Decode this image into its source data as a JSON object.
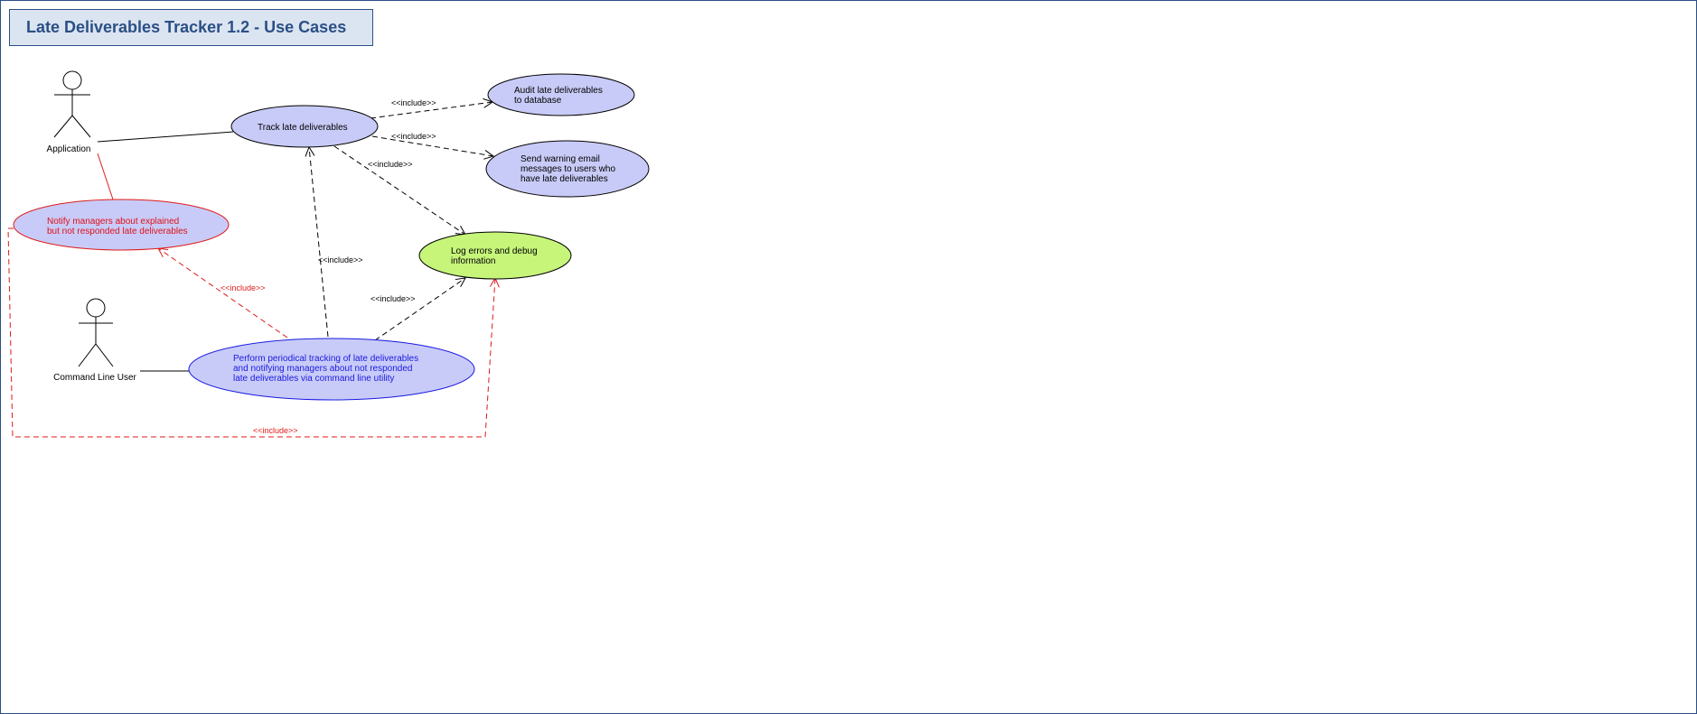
{
  "title": "Late Deliverables Tracker 1.2 - Use Cases",
  "actors": {
    "application": "Application",
    "command_line_user": "Command Line User"
  },
  "use_cases": {
    "track": [
      "Track late deliverables"
    ],
    "audit": [
      "Audit late deliverables",
      "to database"
    ],
    "warning": [
      "Send warning email",
      "messages to users who",
      "have late deliverables"
    ],
    "log": [
      "Log errors and debug",
      "information"
    ],
    "notify": [
      "Notify managers about explained",
      "but not responded late deliverables"
    ],
    "periodic": [
      "Perform periodical tracking of late deliverables",
      "and notifying managers about not responded",
      "late deliverables via command line utility"
    ]
  },
  "relations": {
    "include_label": "<<include>>"
  },
  "colors": {
    "frame_border": "#2a4f86",
    "title_bg": "#dbe5f1",
    "title_text": "#2b4f85",
    "use_case_fill": "#c8cbf7",
    "log_fill": "#c6f57a",
    "notify_text": "#e0101a",
    "periodic_text": "#1a1ae0",
    "red_line": "#e01a1a"
  }
}
